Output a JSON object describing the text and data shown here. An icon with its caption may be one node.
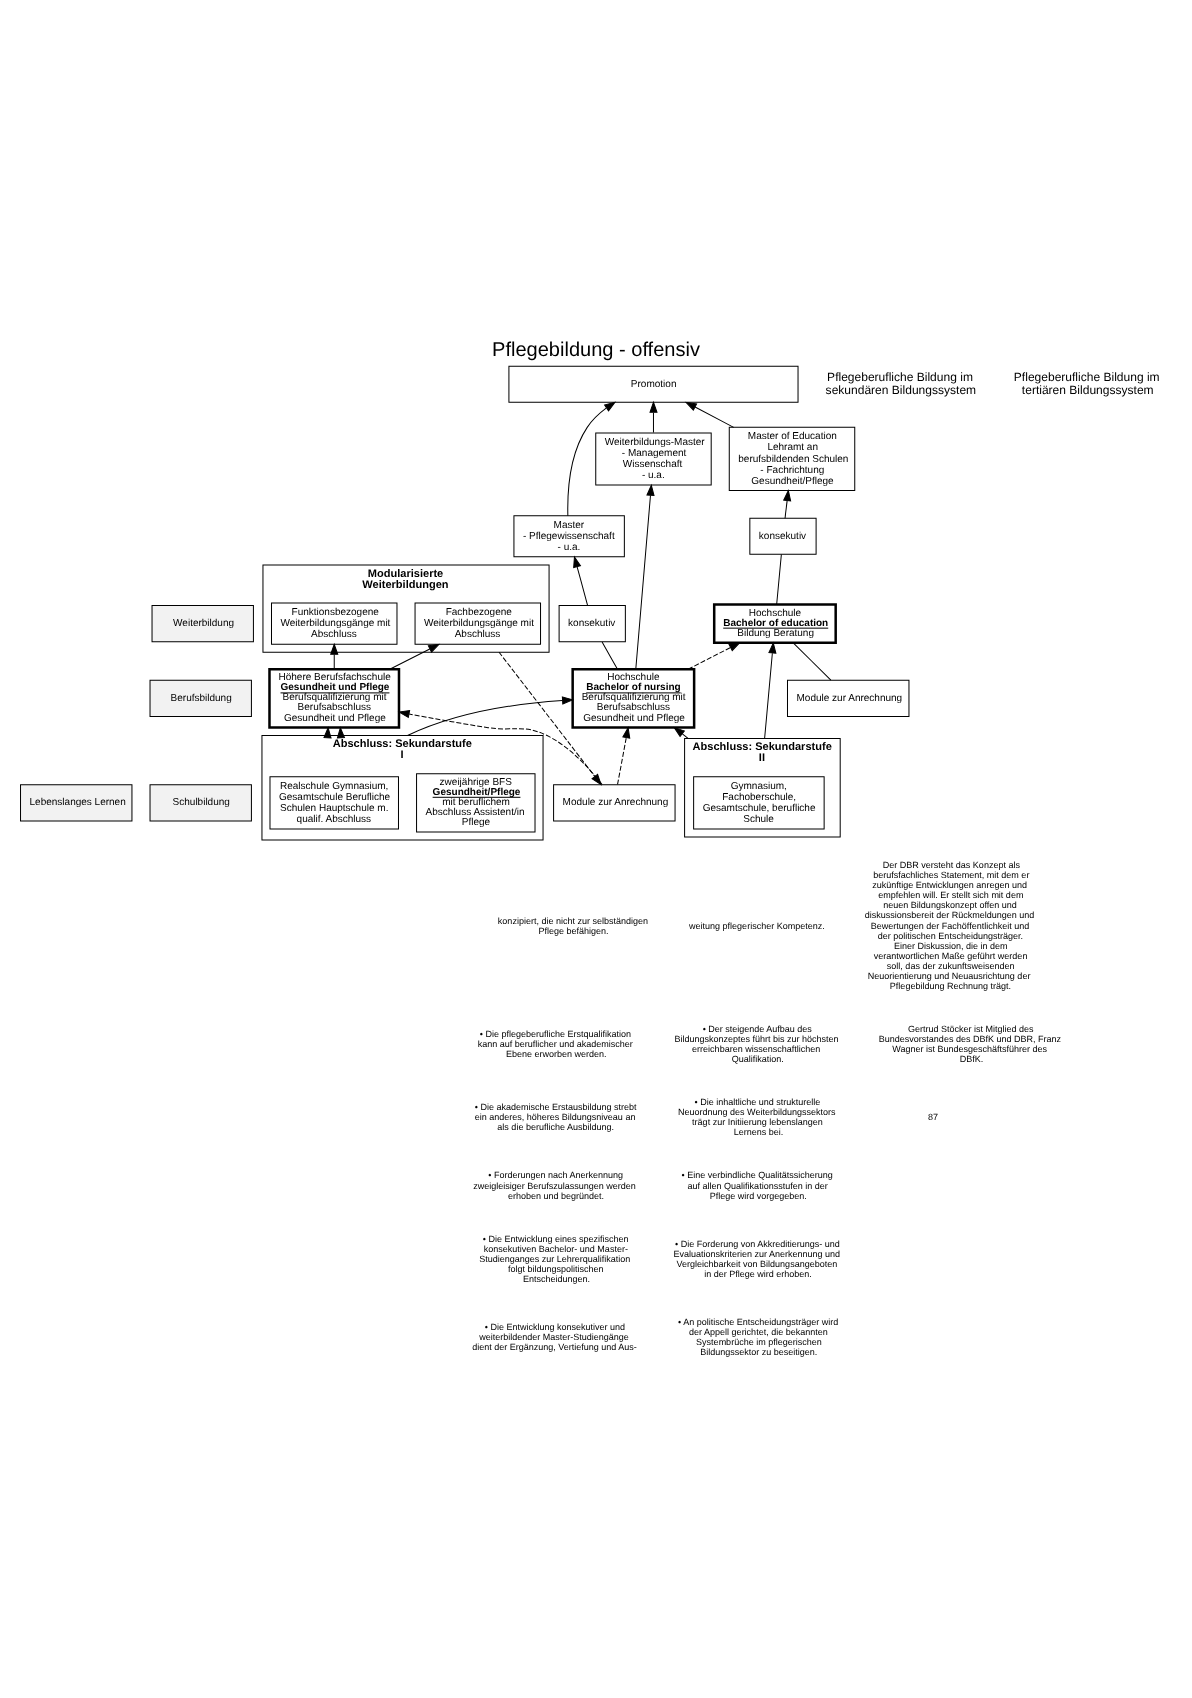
{
  "diagram": {
    "title": "Pflegebildung - offensiv",
    "nodes": [
      {
        "text": [
          "Lebenslanges Lernen"
        ]
      },
      {
        "text": [
          "Weiterbildung"
        ]
      },
      {
        "text": [
          "Berufsbildung"
        ]
      },
      {
        "text": [
          "Schulbildung"
        ]
      },
      {
        "text": [
          "Modularisierte Weiterbildungen"
        ]
      },
      {
        "text": [
          "Funktionsbezogene Weiterbildungsgänge mit Abschluss"
        ],
        "in": 4
      },
      {
        "text": [
          "Fachbezogene Weiterbildungsgänge mit Abschluss"
        ],
        "in": 4
      },
      {
        "text": [
          "Promotion"
        ]
      },
      {
        "text": [
          "Master",
          "- Pflegewissenschaft",
          "- u.a."
        ]
      },
      {
        "text": [
          "Weiterbildungs-Master",
          "- Management Wissenschaft",
          "- u.a."
        ]
      },
      {
        "text": [
          "Master of Education",
          "Lehramt an berufsbildenden Schulen",
          "- Fachrichtung Gesundheit/Pflege"
        ]
      },
      {
        "text": [
          "konsekutiv"
        ]
      },
      {
        "text": [
          "konsekutiv"
        ]
      },
      {
        "text": [
          "Höhere Berufsfachschule",
          "Gesundheit und Pflege",
          "Berufsqualifizierung mit Berufsabschluss Gesundheit und Pflege"
        ]
      },
      {
        "text": [
          "Module zur Anrechnung"
        ]
      },
      {
        "text": [
          "Hochschule",
          "Bachelor of nursing",
          "Berufsqualifizierung mit Berufsabschluss Gesundheit und Pflege"
        ]
      },
      {
        "text": [
          "Module zur Anrechnung"
        ]
      },
      {
        "text": [
          "Hochschule",
          "Bachelor of education",
          "Bildung Beratung"
        ]
      },
      {
        "text": [
          "Abschluss: Sekundarstufe I"
        ]
      },
      {
        "text": [
          "zweijährige BFS",
          "Gesundheit/Pflege",
          "mit beruflichem Abschluss Assistent/in Pflege"
        ],
        "in": 18
      },
      {
        "text": [
          "Realschule Gymnasium, Gesamtschule Berufliche Schulen Hauptschule m. qualif. Abschluss"
        ],
        "in": 18
      },
      {
        "text": [
          "Abschluss: Sekundarstufe II"
        ]
      },
      {
        "text": [
          "Gymnasium, Fachoberschule, Gesamtschule, berufliche Schule"
        ],
        "in": 21
      }
    ],
    "edges": [
      {
        "from": 13,
        "to": 5,
        "arrow": "to"
      },
      {
        "from": 13,
        "to": 6,
        "arrow": "to"
      },
      {
        "from": 18,
        "to": 13,
        "arrow": "to"
      },
      {
        "from": 18,
        "to": 13,
        "arrow": "to"
      },
      {
        "from": 4,
        "to": 14,
        "arrow": "to",
        "style": "dashed"
      },
      {
        "from": 14,
        "to": 13,
        "arrow": "to",
        "style": "dashed"
      },
      {
        "from": 14,
        "to": 15,
        "arrow": "to",
        "style": "dashed"
      },
      {
        "from": 15,
        "to": 11,
        "arrow": "none"
      },
      {
        "from": 11,
        "to": 8,
        "arrow": "to"
      },
      {
        "from": 15,
        "to": 9,
        "arrow": "to"
      },
      {
        "from": 17,
        "to": 12,
        "arrow": "none"
      },
      {
        "from": 12,
        "to": 10,
        "arrow": "to"
      },
      {
        "from": 8,
        "to": 7,
        "arrow": "to"
      },
      {
        "from": 9,
        "to": 7,
        "arrow": "to"
      },
      {
        "from": 10,
        "to": 7,
        "arrow": "to"
      },
      {
        "from": 16,
        "to": 17,
        "arrow": "none"
      },
      {
        "from": 18,
        "to": 15,
        "arrow": "to"
      },
      {
        "from": 21,
        "to": 15,
        "arrow": "to"
      },
      {
        "from": 21,
        "to": 17,
        "arrow": "to"
      },
      {
        "from": 15,
        "to": 17,
        "arrow": "to",
        "style": "dashed"
      }
    ],
    "labels": [
      "Pflegeberufliche Bildung im sekundären Bildungssystem",
      "Pflegeberufliche Bildung im tertiären Bildungssystem",
      "konzipiert, die nicht zur selbständigen Pflege befähigen.",
      "• Die pflegeberufliche Erstqualifikation kann auf beruflicher und akademischer Ebene erworben werden.",
      "• Die akademische Erstausbildung strebt ein anderes, höheres Bildungsniveau an als die berufliche Ausbildung.",
      "• Forderungen nach Anerkennung zweigleisiger Berufszulassungen werden erhoben und begründet.",
      "• Die Entwicklung eines spezifischen konsekutiven Bachelor- und Master-Studienganges zur Lehrerqualifikation folgt bildungspolitischen Entscheidungen.",
      "• Die Entwicklung konsekutiver und weiterbildender Master-Studiengänge dient der Ergänzung, Vertiefung und Aus-",
      "weitung pflegerischer Kompetenz.",
      "• Der steigende Aufbau des Bildungskonzeptes führt bis zur höchsten erreichbaren wissenschaftlichen Qualifikation.",
      "• Die inhaltliche und strukturelle Neuordnung des Weiterbildungssektors trägt zur Initiierung lebenslangen Lernens bei.",
      "• Eine verbindliche Qualitätssicherung auf allen Qualifikationsstufen in der Pflege wird vorgegeben.",
      "• Die Forderung von Akkreditierungs- und Evaluationskriterien zur Anerkennung und Vergleichbarkeit von Bildungsangeboten in der Pflege wird erhoben.",
      "• An politische Entscheidungsträger wird der Appell gerichtet, die bekannten Systembrüche im pflegerischen Bildungssektor zu beseitigen.",
      "Der DBR versteht das Konzept als berufsfachliches Statement, mit dem er zukünftige Entwicklungen anregen und empfehlen will. Er stellt sich mit dem neuen Bildungskonzept offen und diskussionsbereit der Rückmeldungen und Bewertungen der Fachöffentlichkeit und der politischen Entscheidungsträger. Einer Diskussion, die in dem verantwortlichen Maße geführt werden soll, das der zukunftsweisenden Neuorientierung und Neuausrichtung der Pflegebildung Rechnung trägt.",
      "Gertrud Stöcker ist Mitglied des Bundesvorstandes des DBfK und DBR, Franz Wagner ist Bundesgeschäftsführer des DBfK.",
      "87"
    ]
  }
}
